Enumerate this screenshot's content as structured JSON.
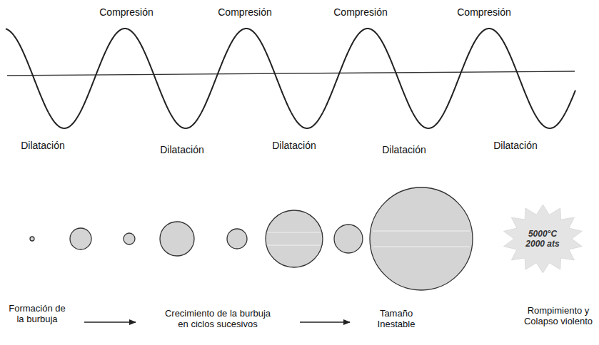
{
  "diagram": {
    "nodes": [
      {
        "text": [
          "5000°C 2000 ats"
        ]
      }
    ],
    "labels": [
      "Compresión",
      "Compresión",
      "Compresión",
      "Compresión",
      "Dilatación",
      "Dilatación",
      "Dilatación",
      "Dilatación",
      "Dilatación",
      "Formación de la burbuja",
      "Crecimiento de la burbuja en ciclos sucesivos",
      "Tamaño Inestable",
      "Rompimiento y Colapso violento"
    ]
  }
}
